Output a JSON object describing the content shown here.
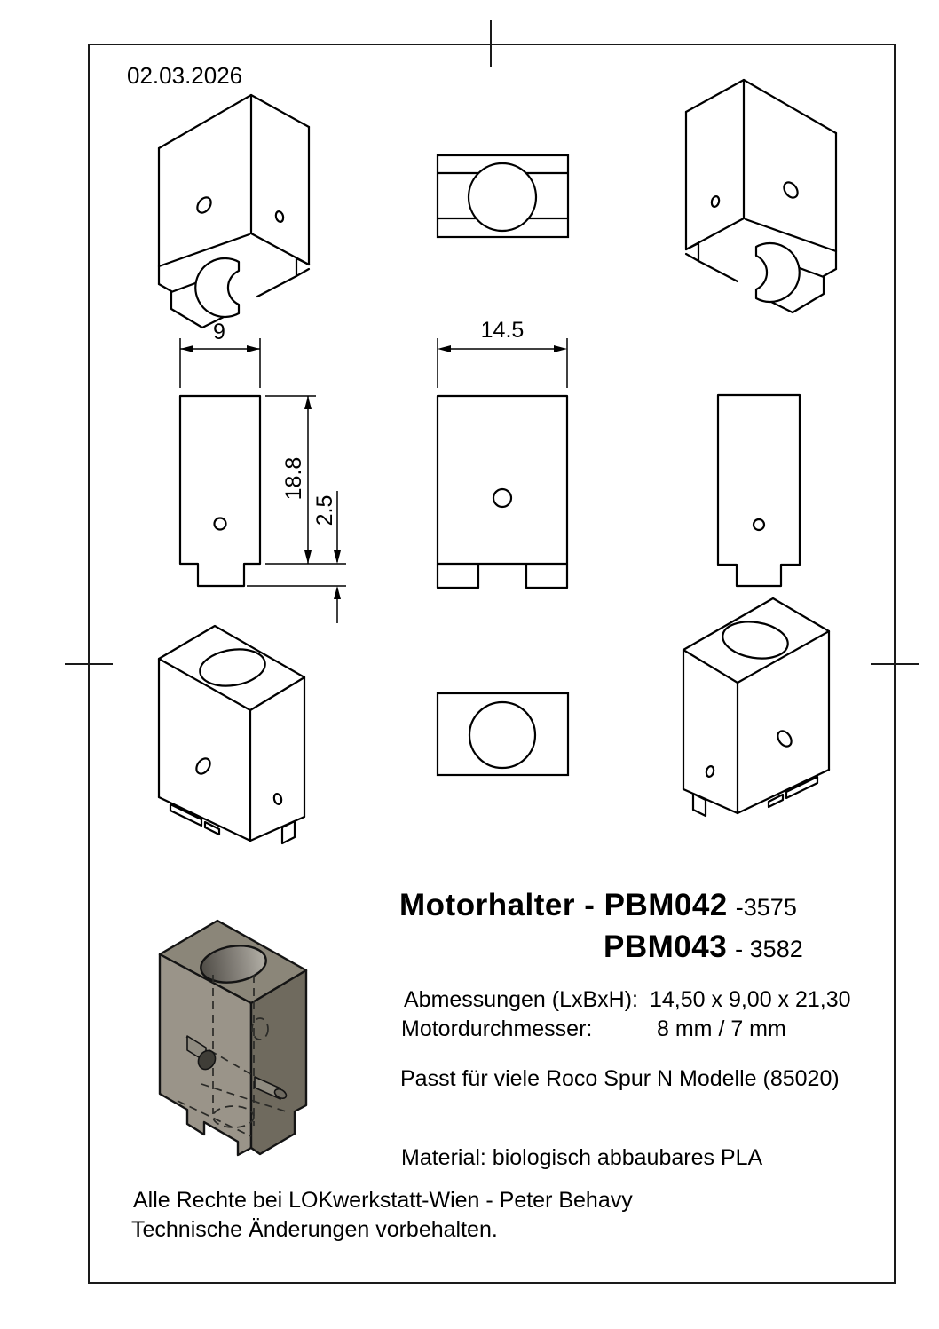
{
  "header": {
    "date": "02.03.2026"
  },
  "drawing": {
    "dim_width_side": "9",
    "dim_width_front": "14.5",
    "dim_height": "18.8",
    "dim_foot": "2.5"
  },
  "title": {
    "line1_main": "Motorhalter - PBM042",
    "line1_code": "-3575",
    "line2_main": "PBM043",
    "line2_code": "- 3582"
  },
  "specs": {
    "dimensions_label": "Abmessungen (LxBxH):",
    "dimensions_value": "14,50 x 9,00 x 21,30",
    "motor_label": "Motordurchmesser:",
    "motor_value": "8 mm / 7 mm",
    "compatibility": "Passt für viele Roco Spur N Modelle (85020)",
    "material": "Material: biologisch abbaubares PLA"
  },
  "footer": {
    "rights": "Alle Rechte bei LOKwerkstatt-Wien - Peter Behavy",
    "notice": "Technische Änderungen vorbehalten."
  },
  "colors": {
    "line": "#000000",
    "model_top": "#8b8679",
    "model_left": "#9a9489",
    "model_right": "#6f6a5e",
    "background": "#ffffff"
  }
}
